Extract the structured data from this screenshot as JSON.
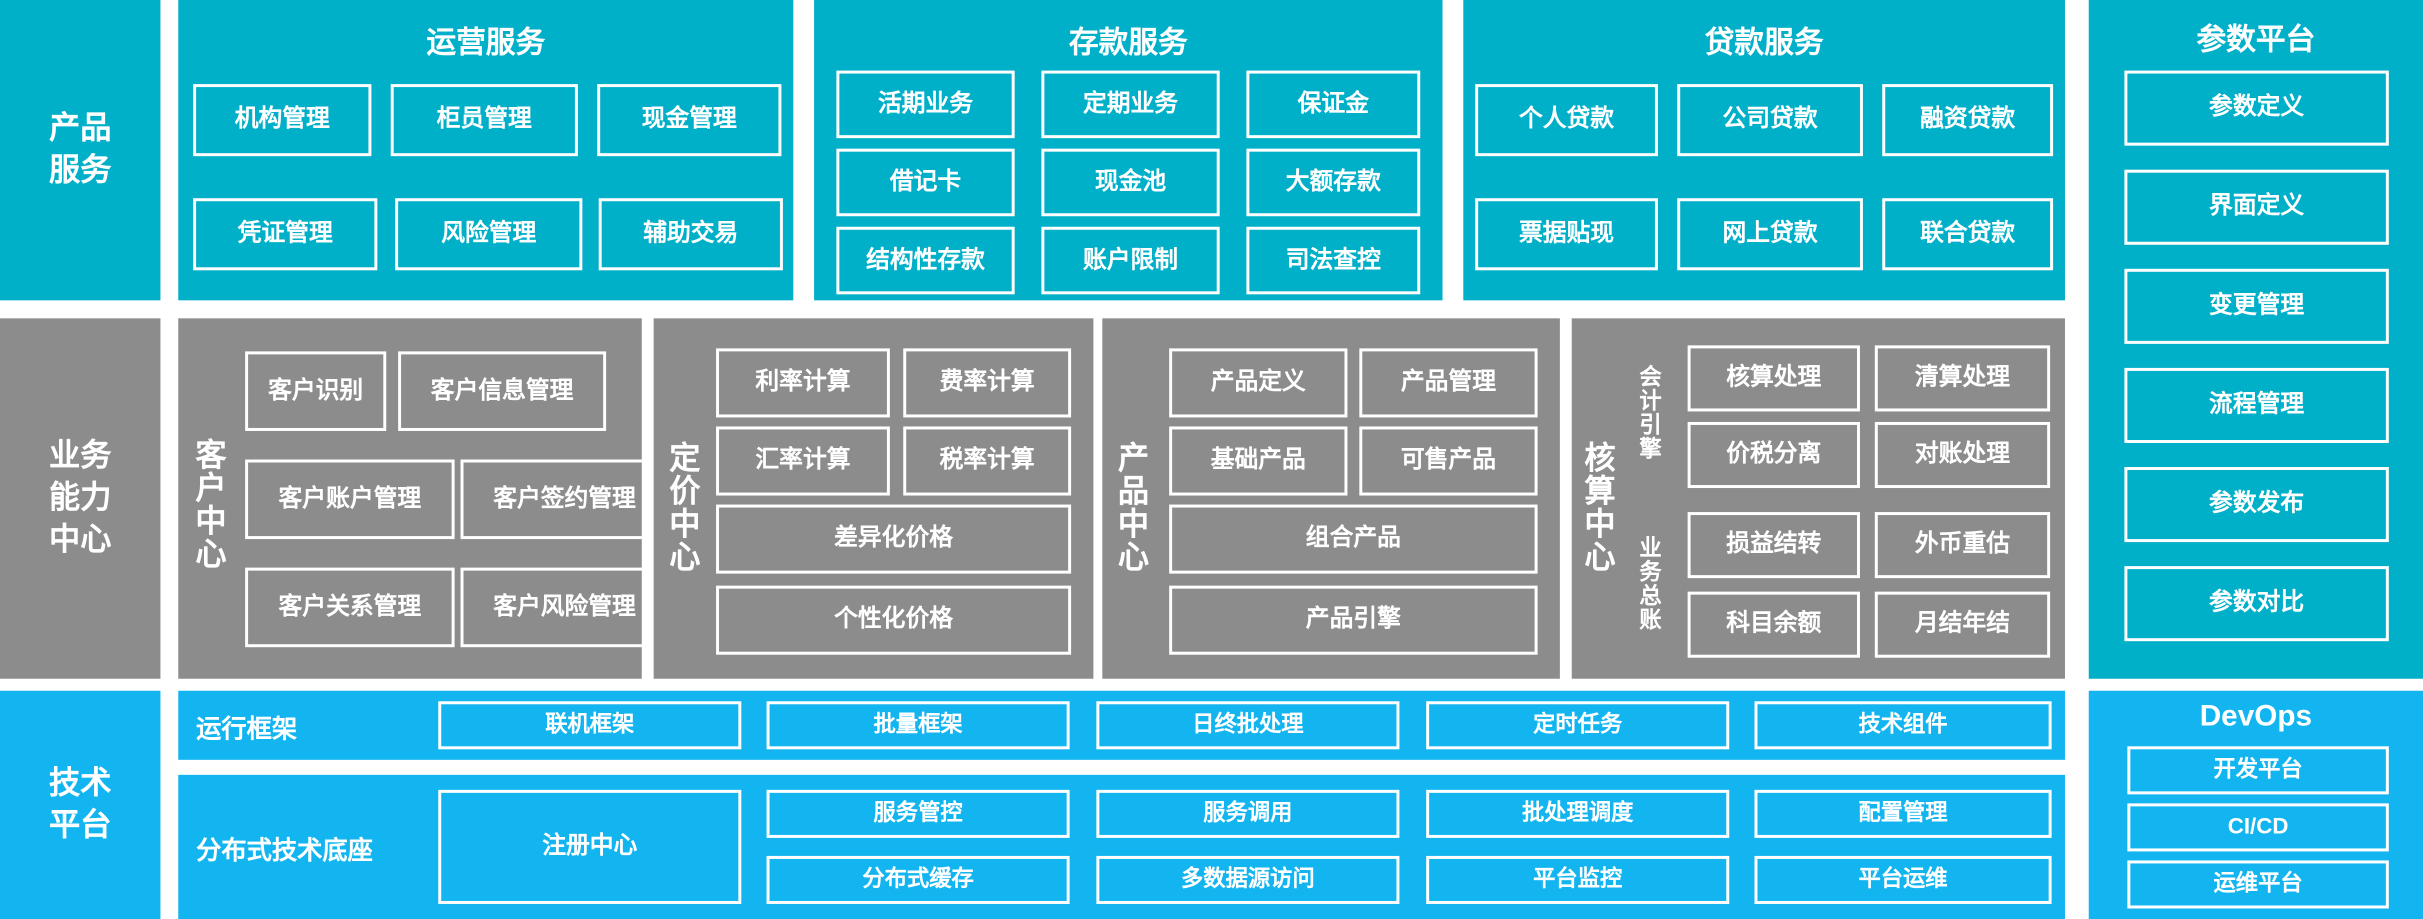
{
  "diagram": {
    "colors": {
      "cyan": "#00AFC8",
      "gray": "#8C8C8C",
      "light_blue": "#12B5F0",
      "box_border": "#FFFFFF",
      "text": "#FFFFFF",
      "background": "#FFFFFF"
    }
  },
  "layer_product_service": {
    "label": "产品\n服务",
    "groups": [
      {
        "title": "运营服务",
        "items": [
          "机构管理",
          "柜员管理",
          "现金管理",
          "凭证管理",
          "风险管理",
          "辅助交易"
        ]
      },
      {
        "title": "存款服务",
        "items": [
          "活期业务",
          "定期业务",
          "保证金",
          "借记卡",
          "现金池",
          "大额存款",
          "结构性存款",
          "账户限制",
          "司法查控"
        ]
      },
      {
        "title": "贷款服务",
        "items": [
          "个人贷款",
          "公司贷款",
          "融资贷款",
          "票据贴现",
          "网上贷款",
          "联合贷款"
        ]
      }
    ]
  },
  "layer_business_capability": {
    "label": "业务\n能力\n中心",
    "centers": [
      {
        "name": "客户中心",
        "name_chars": [
          "客",
          "户",
          "中",
          "心"
        ],
        "items": [
          "客户识别",
          "客户信息管理",
          "客户账户管理",
          "客户签约管理",
          "客户关系管理",
          "客户风险管理"
        ]
      },
      {
        "name": "定价中心",
        "name_chars": [
          "定",
          "价",
          "中",
          "心"
        ],
        "items": [
          "利率计算",
          "费率计算",
          "汇率计算",
          "税率计算"
        ],
        "wide_items": [
          "差异化价格",
          "个性化价格"
        ]
      },
      {
        "name": "产品中心",
        "name_chars": [
          "产",
          "品",
          "中",
          "心"
        ],
        "items": [
          "产品定义",
          "产品管理",
          "基础产品",
          "可售产品"
        ],
        "wide_items": [
          "组合产品",
          "产品引擎"
        ]
      },
      {
        "name": "核算中心",
        "name_chars": [
          "核",
          "算",
          "中",
          "心"
        ],
        "subgroups": [
          {
            "name": "会计引擎",
            "name_chars": [
              "会",
              "计",
              "引",
              "擎"
            ],
            "items": [
              "核算处理",
              "清算处理",
              "价税分离",
              "对账处理"
            ]
          },
          {
            "name": "业务总账",
            "name_chars": [
              "业",
              "务",
              "总",
              "账"
            ],
            "items": [
              "损益结转",
              "外币重估",
              "科目余额",
              "月结年结"
            ]
          }
        ]
      }
    ]
  },
  "layer_tech_platform": {
    "label": "技术\n平台",
    "rows": [
      {
        "row_label": "运行框架",
        "items": [
          "联机框架",
          "批量框架",
          "日终批处理",
          "定时任务",
          "技术组件"
        ]
      },
      {
        "row_label": "分布式技术底座",
        "wide_item": "注册中心",
        "items_top": [
          "服务管控",
          "服务调用",
          "批处理调度",
          "配置管理"
        ],
        "items_bottom": [
          "分布式缓存",
          "多数据源访问",
          "平台监控",
          "平台运维"
        ]
      }
    ]
  },
  "sidebar_parameter_platform": {
    "title": "参数平台",
    "items": [
      "参数定义",
      "界面定义",
      "变更管理",
      "流程管理",
      "参数发布",
      "参数对比"
    ]
  },
  "sidebar_devops": {
    "title": "DevOps",
    "items": [
      "开发平台",
      "CI/CD",
      "运维平台"
    ]
  }
}
